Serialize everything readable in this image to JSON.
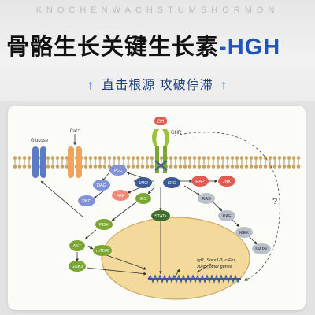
{
  "header": {
    "bg_text": "KNOCHENWACHSTUMSHORMON",
    "title_main": "骨骼生长关键生长素",
    "title_dash": "-",
    "title_accent": "HGH",
    "subtitle_arrow_left": "↑",
    "subtitle": "直击根源 攻破停滞",
    "subtitle_arrow_right": "↑"
  },
  "colors": {
    "title": "#111111",
    "accent": "#1f55b8",
    "membrane": "#c8a35c",
    "nucleus": "#f3d99b",
    "blue_node": "#7f93d6",
    "red_node": "#e25b52",
    "orange_node": "#f0a35a",
    "green_node": "#7aa632",
    "gray_node": "#b9c0cc",
    "navy_node": "#3c5a96"
  },
  "diagram": {
    "labels": {
      "glucose": "Glucose",
      "ca": "Ca²⁺",
      "gh": "GH",
      "ghr": "GHR",
      "question": "?"
    },
    "nodes": {
      "plc": "PLC",
      "dag": "DAG",
      "fak": "FAK",
      "pkc": "PKC",
      "jak2": "JAK2",
      "src": "SRC",
      "rap": "RAP",
      "jnk": "JNK",
      "irs": "IRS",
      "pi3k": "PI3K",
      "stats": "STATs",
      "ras": "RAS",
      "raf": "RAF",
      "mek": "MEK",
      "mapk": "MAPK",
      "akt": "AKT",
      "mtor": "mTOR",
      "gsk3": "GSK3"
    },
    "gene_text_line1": "Igf1, Socs1-3, c-Fos,",
    "gene_text_line2": "JunB, other genes"
  }
}
